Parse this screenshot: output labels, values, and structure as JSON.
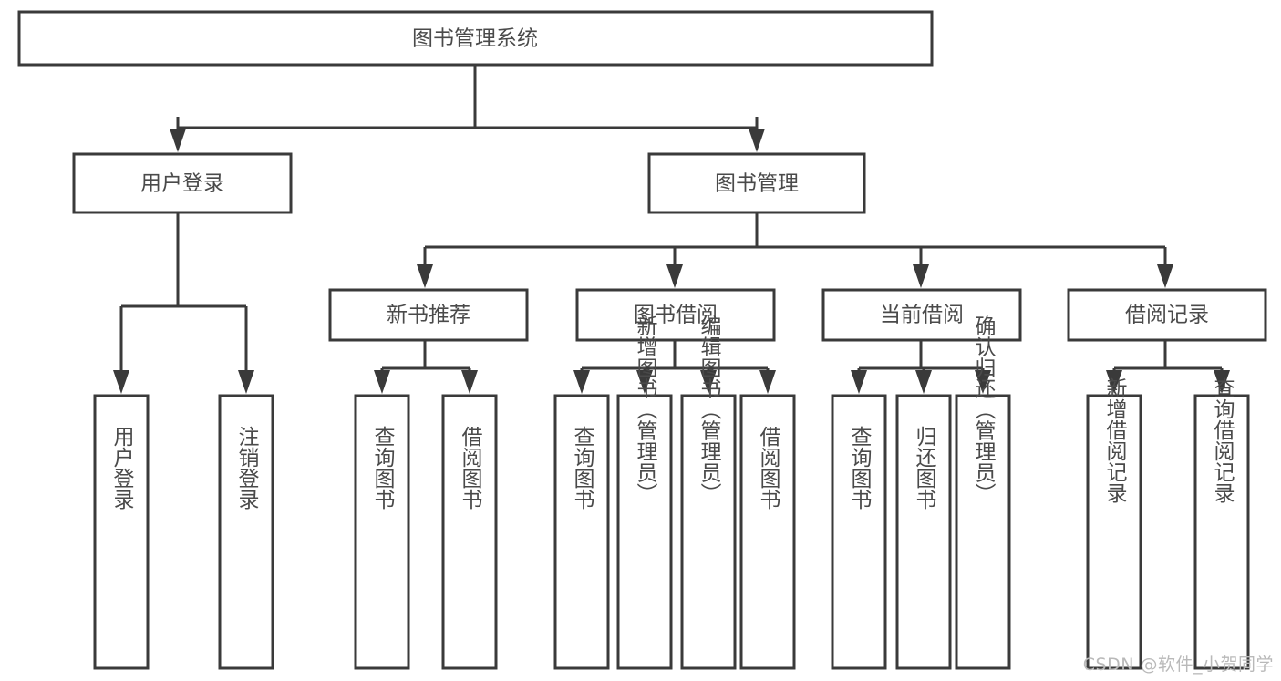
{
  "diagram": {
    "type": "tree-hierarchy",
    "title": "图书管理系统",
    "orientation": "top-down",
    "watermark": "CSDN @软件_小贺同学",
    "colors": {
      "box_fill": "#ffffff",
      "box_stroke": "#3a3a3a",
      "text": "#4a4a4a",
      "connector": "#3a3a3a",
      "watermark": "#b9b9b9",
      "background": "#ffffff"
    },
    "nodes": {
      "root": {
        "label": "图书管理系统",
        "level": 0,
        "orientation": "horizontal"
      },
      "level1": [
        {
          "id": "user-login",
          "label": "用户登录"
        },
        {
          "id": "book-management",
          "label": "图书管理"
        }
      ],
      "level2": [
        {
          "id": "new-book-recommend",
          "label": "新书推荐",
          "parent": "book-management"
        },
        {
          "id": "book-borrow",
          "label": "图书借阅",
          "parent": "book-management"
        },
        {
          "id": "current-borrow",
          "label": "当前借阅",
          "parent": "book-management"
        },
        {
          "id": "borrow-record",
          "label": "借阅记录",
          "parent": "book-management"
        }
      ],
      "leaves": {
        "user-login": [
          {
            "id": "leaf-user-login",
            "label": "用户登录"
          },
          {
            "id": "leaf-user-logout",
            "label": "注销登录"
          }
        ],
        "new-book-recommend": [
          {
            "id": "leaf-query-book-1",
            "label": "查询图书"
          },
          {
            "id": "leaf-borrow-book-1",
            "label": "借阅图书"
          }
        ],
        "book-borrow": [
          {
            "id": "leaf-query-book-2",
            "label": "查询图书"
          },
          {
            "id": "leaf-add-book",
            "label": "新增图书（管理员）"
          },
          {
            "id": "leaf-edit-book",
            "label": "编辑图书（管理员）"
          },
          {
            "id": "leaf-borrow-book-2",
            "label": "借阅图书"
          }
        ],
        "current-borrow": [
          {
            "id": "leaf-query-book-3",
            "label": "查询图书"
          },
          {
            "id": "leaf-return-book",
            "label": "归还图书"
          },
          {
            "id": "leaf-confirm-return",
            "label": "确认归还（管理员）"
          }
        ],
        "borrow-record": [
          {
            "id": "leaf-add-record",
            "label": "新增借阅记录"
          },
          {
            "id": "leaf-query-record",
            "label": "查询借阅记录"
          }
        ]
      }
    }
  }
}
